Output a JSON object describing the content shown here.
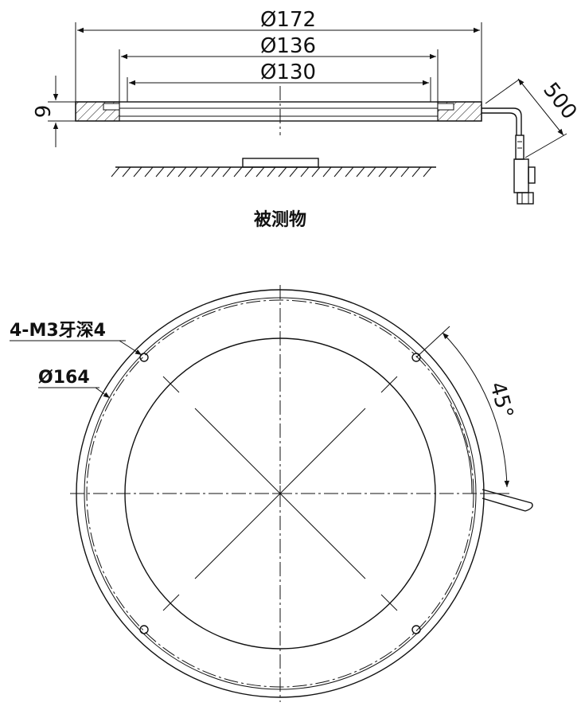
{
  "side_view": {
    "dim_outer": "Ø172",
    "dim_mid": "Ø136",
    "dim_inner": "Ø130",
    "dim_height": "9",
    "dim_cable": "500",
    "object_label": "被测物"
  },
  "top_view": {
    "hole_label": "4-M3牙深4",
    "circle_label": "Ø164",
    "angle_label": "45°"
  }
}
